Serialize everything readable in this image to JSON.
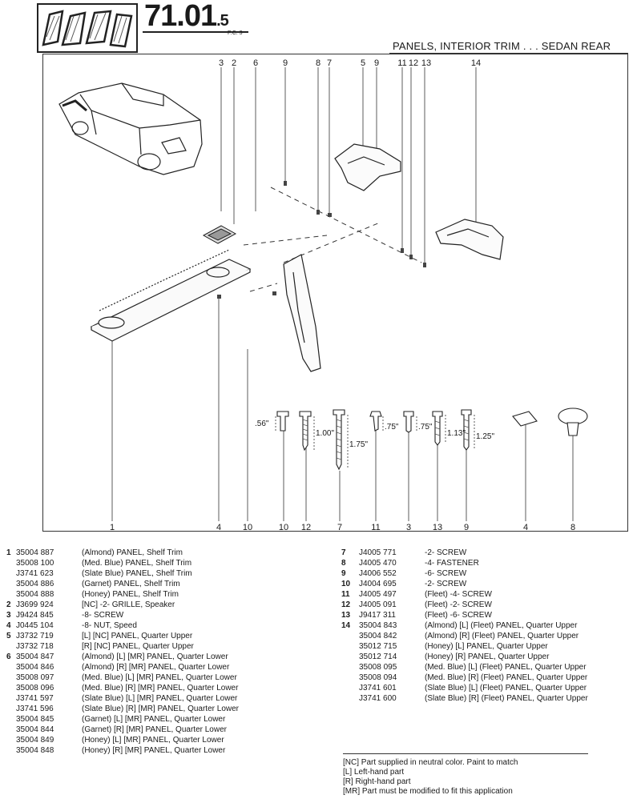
{
  "header": {
    "section_main": "71.01",
    "section_sub": ".5",
    "pc_label": "P.C. 3",
    "title": "PANELS, INTERIOR TRIM . . . SEDAN REAR"
  },
  "diagram": {
    "top_callouts": [
      "3",
      "2",
      "6",
      "9",
      "8",
      "7",
      "5",
      "9",
      "11",
      "12",
      "13",
      "14"
    ],
    "bottom_callouts": [
      "1",
      "4",
      "10",
      "10",
      "12",
      "7",
      "11",
      "3",
      "13",
      "9",
      "4",
      "8"
    ],
    "dimensions": [
      ".56\"",
      "1.00\"",
      "1.75\"",
      ".75\"",
      ".75\"",
      "1.13\"",
      "1.25\""
    ]
  },
  "parts_left": [
    {
      "key": "1",
      "pn": "35004 887",
      "desc": "(Almond)  PANEL, Shelf Trim"
    },
    {
      "key": "",
      "pn": "35008 100",
      "desc": "(Med. Blue)  PANEL, Shelf Trim"
    },
    {
      "key": "",
      "pn": "J3741 623",
      "desc": "(Slate Blue)  PANEL, Shelf Trim"
    },
    {
      "key": "",
      "pn": "35004 886",
      "desc": "(Garnet)  PANEL, Shelf Trim"
    },
    {
      "key": "",
      "pn": "35004 888",
      "desc": "(Honey)  PANEL, Shelf Trim"
    },
    {
      "key": "2",
      "pn": "J3699 924",
      "desc": "[NC]  -2- GRILLE, Speaker"
    },
    {
      "key": "3",
      "pn": "J9424 845",
      "desc": "-8- SCREW"
    },
    {
      "key": "4",
      "pn": "J0445 104",
      "desc": "-8- NUT, Speed"
    },
    {
      "key": "5",
      "pn": "J3732 719",
      "desc": "[L] [NC]  PANEL, Quarter Upper"
    },
    {
      "key": "",
      "pn": "J3732 718",
      "desc": "[R] [NC]  PANEL, Quarter Upper"
    },
    {
      "key": "6",
      "pn": "35004 847",
      "desc": "(Almond) [L] [MR]  PANEL, Quarter Lower"
    },
    {
      "key": "",
      "pn": "35004 846",
      "desc": "(Almond) [R] [MR]  PANEL, Quarter Lower"
    },
    {
      "key": "",
      "pn": "35008 097",
      "desc": "(Med. Blue) [L] [MR]  PANEL, Quarter Lower"
    },
    {
      "key": "",
      "pn": "35008 096",
      "desc": "(Med. Blue) [R] [MR]  PANEL, Quarter Lower"
    },
    {
      "key": "",
      "pn": "J3741 597",
      "desc": "(Slate Blue) [L] [MR]  PANEL, Quarter Lower"
    },
    {
      "key": "",
      "pn": "J3741 596",
      "desc": "(Slate Blue) [R] [MR]  PANEL, Quarter Lower"
    },
    {
      "key": "",
      "pn": "35004 845",
      "desc": "(Garnet) [L] [MR]  PANEL, Quarter Lower"
    },
    {
      "key": "",
      "pn": "35004 844",
      "desc": "(Garnet) [R] [MR]  PANEL, Quarter Lower"
    },
    {
      "key": "",
      "pn": "35004 849",
      "desc": "(Honey) [L] [MR]  PANEL, Quarter Lower"
    },
    {
      "key": "",
      "pn": "35004 848",
      "desc": "(Honey) [R] [MR]  PANEL, Quarter Lower"
    }
  ],
  "parts_right": [
    {
      "key": "7",
      "pn": "J4005 771",
      "desc": "-2- SCREW"
    },
    {
      "key": "8",
      "pn": "J4005 470",
      "desc": "-4- FASTENER"
    },
    {
      "key": "9",
      "pn": "J4006 552",
      "desc": "-6- SCREW"
    },
    {
      "key": "10",
      "pn": "J4004 695",
      "desc": "-2- SCREW"
    },
    {
      "key": "11",
      "pn": "J4005 497",
      "desc": "(Fleet)  -4- SCREW"
    },
    {
      "key": "12",
      "pn": "J4005 091",
      "desc": "(Fleet)  -2- SCREW"
    },
    {
      "key": "13",
      "pn": "J9417 311",
      "desc": "(Fleet)  -6- SCREW"
    },
    {
      "key": "14",
      "pn": "35004 843",
      "desc": "(Almond) [L] (Fleet)  PANEL, Quarter Upper"
    },
    {
      "key": "",
      "pn": "35004 842",
      "desc": "(Almond) [R] (Fleet)  PANEL, Quarter Upper"
    },
    {
      "key": "",
      "pn": "35012 715",
      "desc": "(Honey) [L]  PANEL, Quarter Upper"
    },
    {
      "key": "",
      "pn": "35012 714",
      "desc": "(Honey) [R]  PANEL, Quarter Upper"
    },
    {
      "key": "",
      "pn": "35008 095",
      "desc": "(Med. Blue) [L] (Fleet)  PANEL, Quarter Upper"
    },
    {
      "key": "",
      "pn": "35008 094",
      "desc": "(Med. Blue) [R] (Fleet)  PANEL, Quarter Upper"
    },
    {
      "key": "",
      "pn": "J3741 601",
      "desc": "(Slate Blue) [L] (Fleet)  PANEL, Quarter Upper"
    },
    {
      "key": "",
      "pn": "J3741 600",
      "desc": "(Slate Blue) [R] (Fleet)  PANEL, Quarter Upper"
    }
  ],
  "notes": [
    "[NC] Part supplied in neutral color. Paint to match",
    "[L] Left-hand part",
    "[R] Right-hand part",
    "[MR] Part must be modified to fit this application"
  ]
}
